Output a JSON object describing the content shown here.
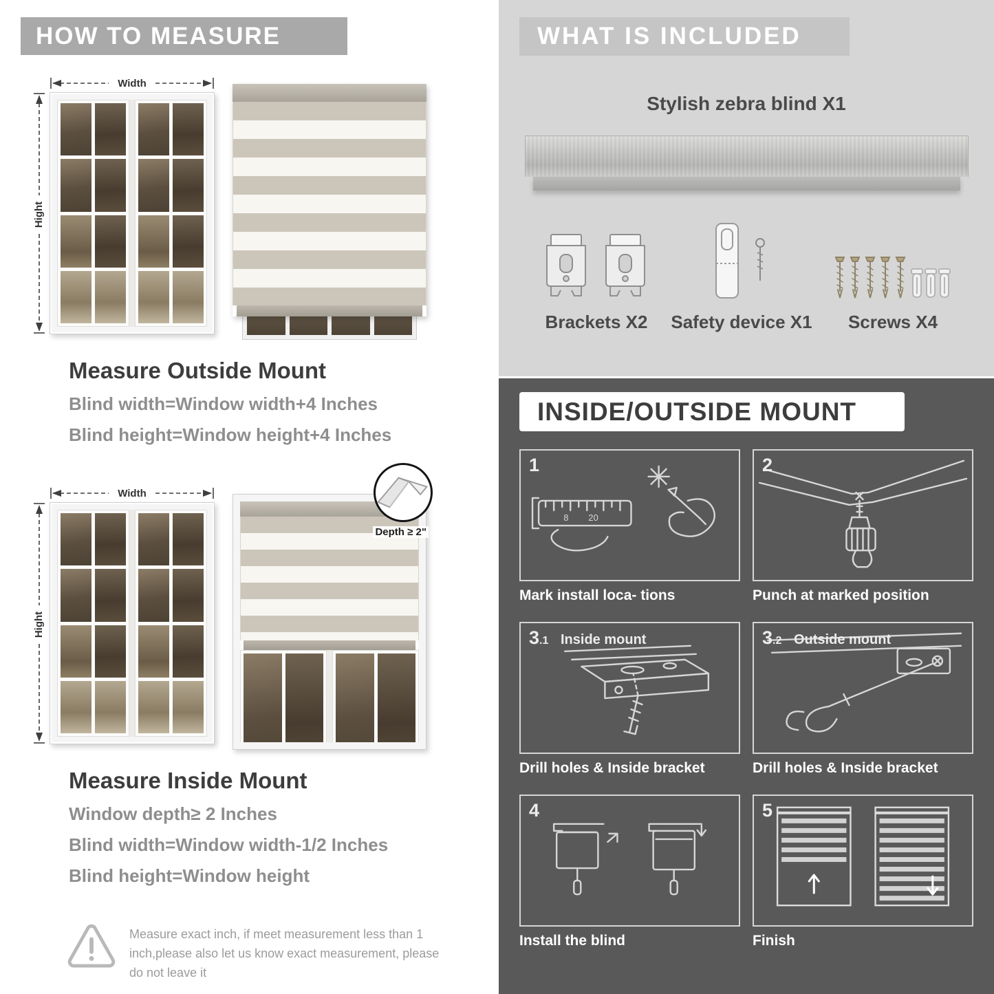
{
  "measure": {
    "header": "HOW TO MEASURE",
    "width_label": "Width",
    "height_label": "Hight",
    "outside": {
      "title": "Measure Outside Mount",
      "lines": [
        "Blind width=Window width+4 Inches",
        "Blind height=Window height+4 Inches"
      ]
    },
    "inside": {
      "title": "Measure Inside Mount",
      "depth_callout": "Depth ≥ 2\"",
      "lines": [
        "Window depth≥ 2 Inches",
        "Blind width=Window width-1/2 Inches",
        "Blind height=Window height"
      ]
    },
    "warning": "Measure exact inch, if meet measurement less than 1 inch,please also let us know exact measurement, please do not leave it"
  },
  "included": {
    "header": "WHAT IS INCLUDED",
    "blind_label": "Stylish zebra blind X1",
    "items": [
      {
        "label": "Brackets X2",
        "icon": "brackets-icon"
      },
      {
        "label": "Safety device X1",
        "icon": "safety-device-icon"
      },
      {
        "label": "Screws X4",
        "icon": "screws-icon"
      }
    ]
  },
  "mount": {
    "header": "INSIDE/OUTSIDE MOUNT",
    "steps": [
      {
        "num": "1",
        "numsub": "",
        "title": "",
        "caption": "Mark install loca- tions"
      },
      {
        "num": "2",
        "numsub": "",
        "title": "",
        "caption": "Punch at  marked position"
      },
      {
        "num": "3",
        "numsub": ".1",
        "title": "Inside mount",
        "caption": "Drill holes &  Inside bracket"
      },
      {
        "num": "3",
        "numsub": ".2",
        "title": "Outside mount",
        "caption": "Drill holes &  Inside bracket"
      },
      {
        "num": "4",
        "numsub": "",
        "title": "",
        "caption": "Install the blind"
      },
      {
        "num": "5",
        "numsub": "",
        "title": "",
        "caption": "Finish"
      }
    ]
  },
  "colors": {
    "banner_gray": "#a9a9a9",
    "light_section": "#d6d6d6",
    "included_band": "#c5c5c5",
    "dark_section": "#595959",
    "heading_text": "#3d3d3d",
    "body_gray": "#8e8e8e"
  }
}
